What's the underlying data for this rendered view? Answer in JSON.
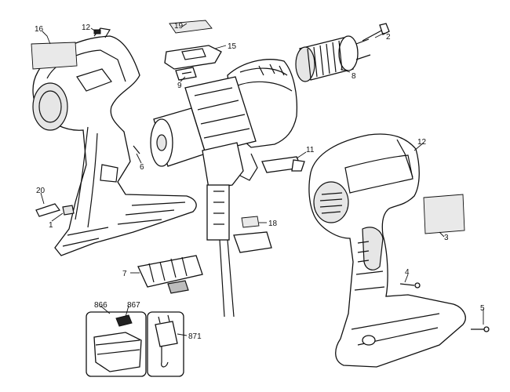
{
  "callouts": [
    "16",
    "12",
    "19",
    "15",
    "9",
    "2",
    "8",
    "6",
    "11",
    "12",
    "20",
    "1",
    "18",
    "3",
    "7",
    "4",
    "5",
    "866",
    "867",
    "871"
  ]
}
